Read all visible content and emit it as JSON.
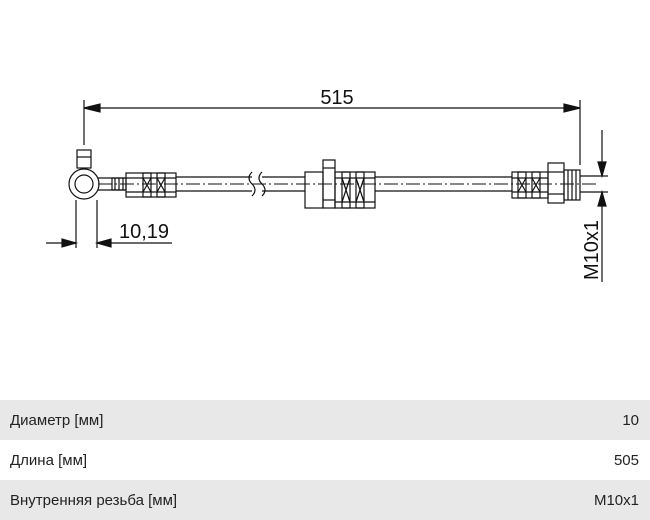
{
  "drawing": {
    "length_dim": "515",
    "fitting_dim": "10,19",
    "thread_dim": "M10x1"
  },
  "specs": [
    {
      "label": "Диаметр [мм]",
      "value": "10"
    },
    {
      "label": "Длина [мм]",
      "value": "505"
    },
    {
      "label": "Внутренняя резьба [мм]",
      "value": "M10x1"
    }
  ]
}
